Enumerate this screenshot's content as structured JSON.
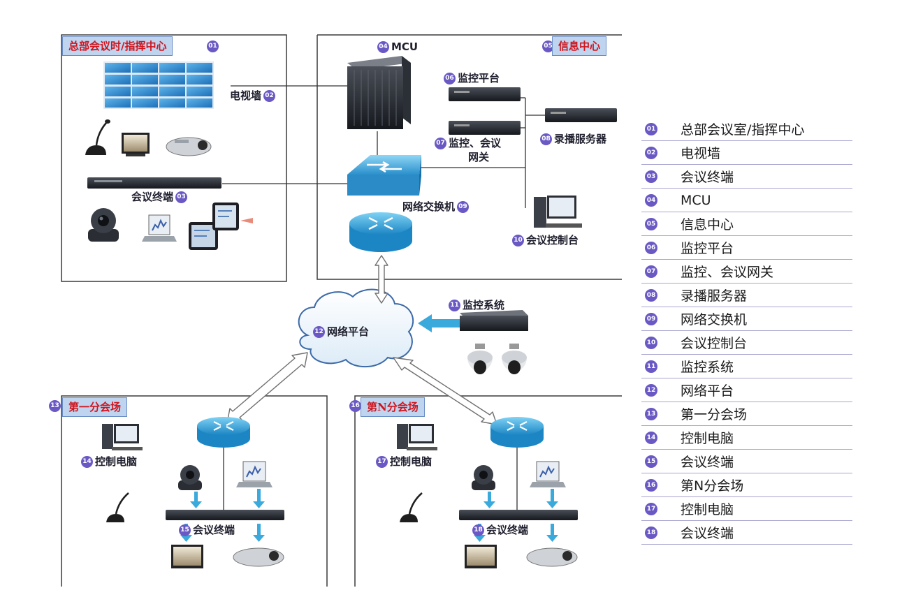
{
  "zones": {
    "hq": {
      "title": "总部会议时/指挥中心",
      "num": "01"
    },
    "info": {
      "title": "信息中心",
      "num": "05"
    },
    "branch1": {
      "title": "第一分会场",
      "num": "13"
    },
    "branchN": {
      "title": "第N分会场",
      "num": "16"
    }
  },
  "labels": {
    "tv_wall": {
      "text": "电视墙",
      "num": "02"
    },
    "terminal_hq": {
      "text": "会议终端",
      "num": "03"
    },
    "mcu": {
      "text": "MCU",
      "num": "04"
    },
    "monitor_platform": {
      "text": "监控平台",
      "num": "06"
    },
    "gateway_line1": {
      "text": "监控、会议",
      "num": "07"
    },
    "gateway_line2": {
      "text": "网关"
    },
    "recorder": {
      "text": "录播服务器",
      "num": "08"
    },
    "switch": {
      "text": "网络交换机",
      "num": "09"
    },
    "console": {
      "text": "会议控制台",
      "num": "10"
    },
    "monitor_system": {
      "text": "监控系统",
      "num": "11"
    },
    "network": {
      "text": "网络平台",
      "num": "12"
    },
    "pc1": {
      "text": "控制电脑",
      "num": "14"
    },
    "terminal1": {
      "text": "会议终端",
      "num": "15"
    },
    "pcN": {
      "text": "控制电脑",
      "num": "17"
    },
    "terminalN": {
      "text": "会议终端",
      "num": "18"
    }
  },
  "legend": [
    {
      "num": "01",
      "text": "总部会议室/指挥中心"
    },
    {
      "num": "02",
      "text": "电视墙"
    },
    {
      "num": "03",
      "text": "会议终端"
    },
    {
      "num": "04",
      "text": "MCU"
    },
    {
      "num": "05",
      "text": "信息中心"
    },
    {
      "num": "06",
      "text": "监控平台"
    },
    {
      "num": "07",
      "text": "监控、会议网关"
    },
    {
      "num": "08",
      "text": "录播服务器"
    },
    {
      "num": "09",
      "text": "网络交换机"
    },
    {
      "num": "10",
      "text": "会议控制台"
    },
    {
      "num": "11",
      "text": "监控系统"
    },
    {
      "num": "12",
      "text": "网络平台"
    },
    {
      "num": "13",
      "text": "第一分会场"
    },
    {
      "num": "14",
      "text": "控制电脑"
    },
    {
      "num": "15",
      "text": "会议终端"
    },
    {
      "num": "16",
      "text": "第N分会场"
    },
    {
      "num": "17",
      "text": "控制电脑"
    },
    {
      "num": "18",
      "text": "会议终端"
    }
  ],
  "colors": {
    "badge": "#6a59c4",
    "zone_title_bg": "#bfd4ef",
    "zone_title_text": "#d0141c",
    "network_blue": "#2f9fd6"
  }
}
